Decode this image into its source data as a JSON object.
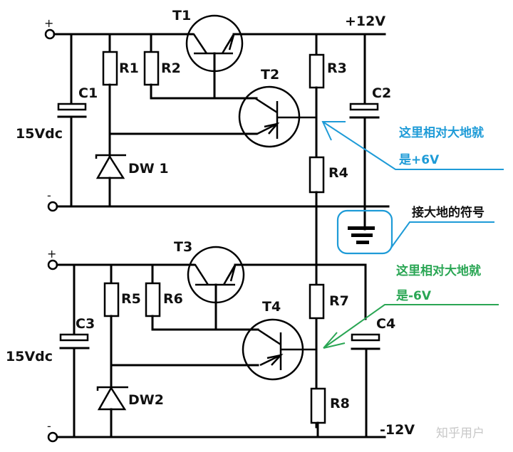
{
  "colors": {
    "wire": "#000000",
    "annotation_positive": "#1e9bd7",
    "annotation_negative": "#2aa654",
    "ground_callout": "#1e9bd7",
    "watermark": "#c8c8c8"
  },
  "upper_supply": {
    "plus_label": "+",
    "minus_label": "-",
    "source_label": "15Vdc",
    "capacitor_in": "C1",
    "resistors": [
      "R1",
      "R2",
      "R3",
      "R4"
    ],
    "zener": "DW 1",
    "transistors": [
      "T1",
      "T2"
    ],
    "capacitor_out": "C2",
    "output_label": "+12V"
  },
  "lower_supply": {
    "plus_label": "+",
    "minus_label": "-",
    "source_label": "15Vdc",
    "capacitor_in": "C3",
    "resistors": [
      "R5",
      "R6",
      "R7",
      "R8"
    ],
    "zener": "DW2",
    "transistors": [
      "T3",
      "T4"
    ],
    "capacitor_out": "C4",
    "output_label": "-12V"
  },
  "annotations": {
    "positive_line1": "这里相对大地就",
    "positive_line2": "是+6V",
    "ground_note": "接大地的符号",
    "negative_line1": "这里相对大地就",
    "negative_line2": "是-6V"
  },
  "watermark": "知乎用户"
}
